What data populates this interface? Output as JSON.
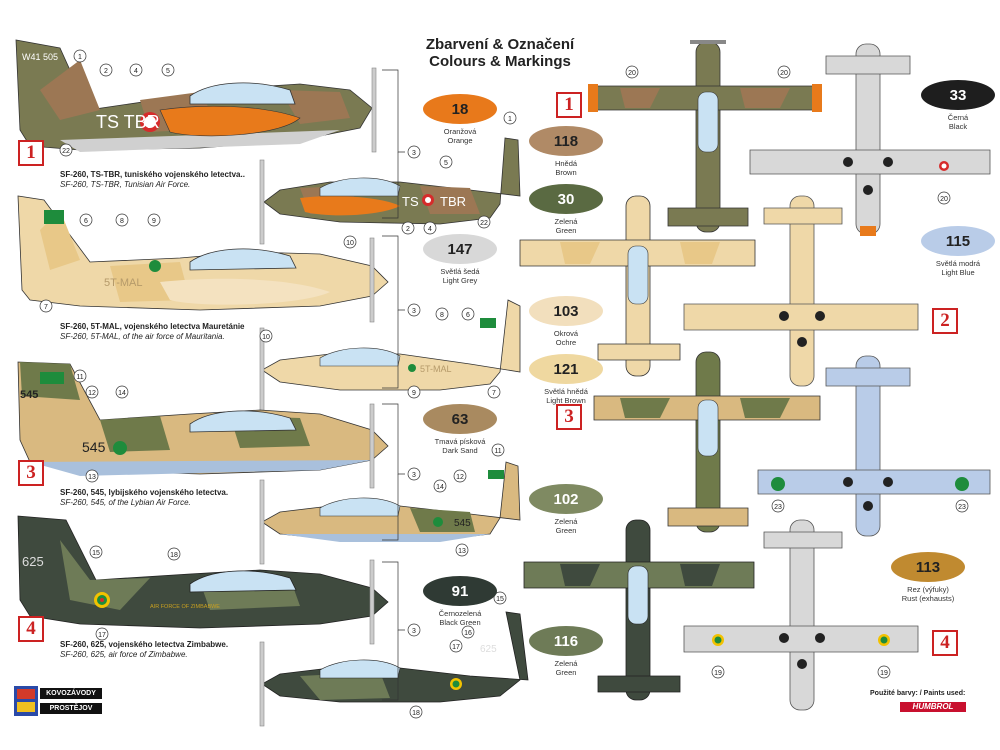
{
  "title": {
    "cz": "Zbarvení & Označení",
    "en": "Colours & Markings"
  },
  "captions": [
    {
      "bold": "SF-260, TS-TBR, tuniského vojenského letectva..",
      "italic": "SF-260, TS-TBR, Tunisian Air Force."
    },
    {
      "bold": "SF-260, 5T-MAL, vojenského letectva Mauretánie",
      "italic": "SF-260, 5T-MAL, of the air force of Mauritania."
    },
    {
      "bold": "SF-260, 545, lybijského vojenského letectva.",
      "italic": "SF-260, 545, of the Lybian Air Force."
    },
    {
      "bold": "SF-260, 625, vojenského letectva Zimbabwe.",
      "italic": "SF-260, 625, air force of Zimbabwe."
    }
  ],
  "colours": [
    {
      "num": "18",
      "cz": "Oranžová",
      "en": "Orange",
      "hex": "#e8791b",
      "text": "#222"
    },
    {
      "num": "118",
      "cz": "Hnědá",
      "en": "Brown",
      "hex": "#b08a66",
      "text": "#222"
    },
    {
      "num": "30",
      "cz": "Zelená",
      "en": "Green",
      "hex": "#5a6a42",
      "text": "#fff"
    },
    {
      "num": "147",
      "cz": "Světlá šedá",
      "en": "Light Grey",
      "hex": "#d8d8d8",
      "text": "#222"
    },
    {
      "num": "103",
      "cz": "Okrová",
      "en": "Ochre",
      "hex": "#f2dfbd",
      "text": "#222"
    },
    {
      "num": "121",
      "cz": "Světlá hnědá",
      "en": "Light Brown",
      "hex": "#efd8a0",
      "text": "#222"
    },
    {
      "num": "63",
      "cz": "Tmavá písková",
      "en": "Dark Sand",
      "hex": "#a98a60",
      "text": "#222"
    },
    {
      "num": "102",
      "cz": "Zelená",
      "en": "Green",
      "hex": "#7f8a62",
      "text": "#fff"
    },
    {
      "num": "91",
      "cz": "Černozelená",
      "en": "Black Green",
      "hex": "#2f3a34",
      "text": "#fff"
    },
    {
      "num": "116",
      "cz": "Zelená",
      "en": "Green",
      "hex": "#6e7b57",
      "text": "#fff"
    },
    {
      "num": "33",
      "cz": "Černá",
      "en": "Black",
      "hex": "#1e1e1e",
      "text": "#fff"
    },
    {
      "num": "115",
      "cz": "Světlá modrá",
      "en": "Light Blue",
      "hex": "#b9cce8",
      "text": "#222"
    },
    {
      "num": "113",
      "cz": "Rez (výfuky)",
      "en": "Rust (exhausts)",
      "hex": "#c08a30",
      "text": "#222"
    }
  ],
  "badges": [
    "1",
    "2",
    "3",
    "4"
  ],
  "aircraft_labels": {
    "tunisia_reg": "TS TBR",
    "tunisia_serial": "W41 505",
    "mauritania_reg": "5T-MAL",
    "libya_serial": "545",
    "zimbabwe_serial": "625",
    "zimbabwe_fuselage": "AIR FORCE OF ZIMBABWE"
  },
  "callouts": [
    "1",
    "2",
    "3",
    "4",
    "5",
    "6",
    "7",
    "8",
    "9",
    "10",
    "11",
    "12",
    "13",
    "14",
    "15",
    "16",
    "17",
    "18",
    "19",
    "20",
    "22",
    "23"
  ],
  "paints": {
    "label": "Použité barvy: / Paints used:",
    "brand": "HUMBROL"
  },
  "logo": {
    "top": "KOVOZÁVODY",
    "bottom": "PROSTĚJOV"
  }
}
